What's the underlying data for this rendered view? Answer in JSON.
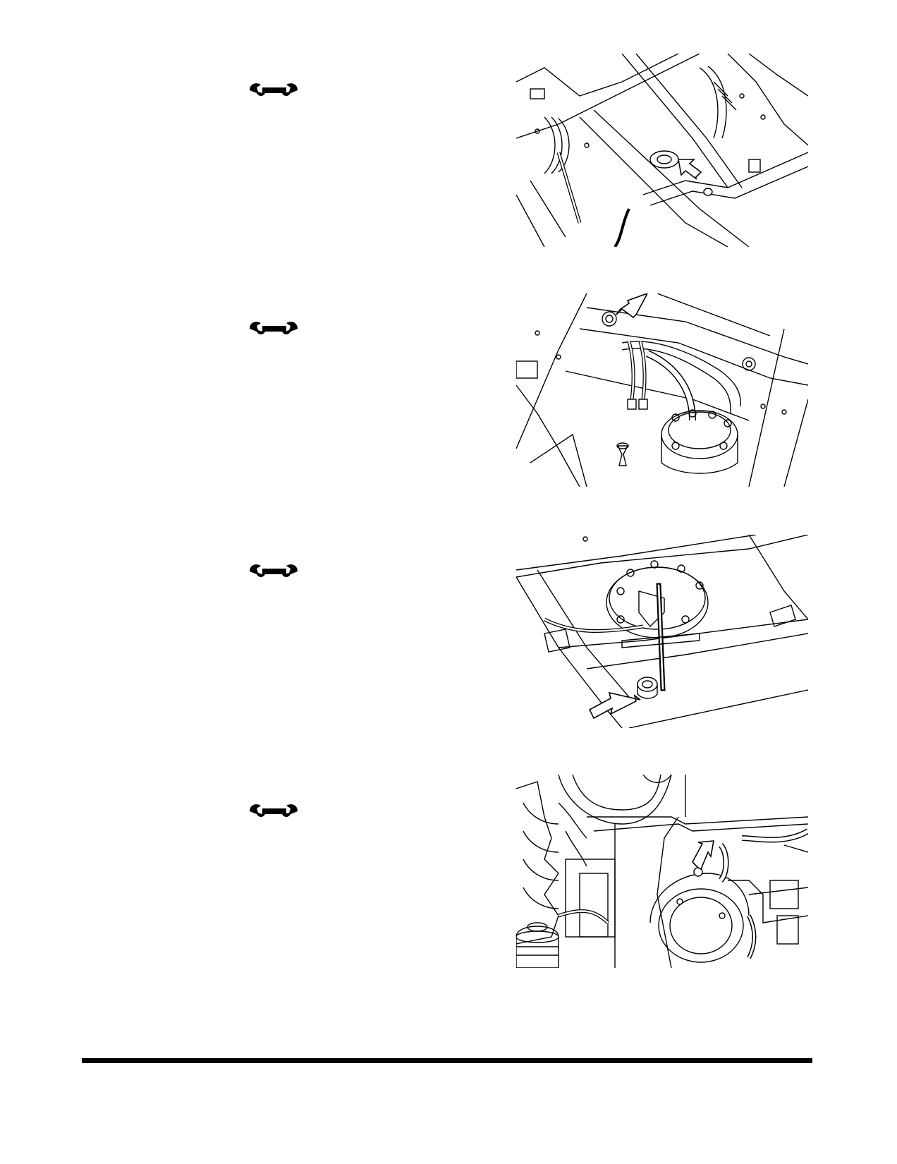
{
  "page": {
    "steps": [
      {
        "tool_icon": "wrench-icon",
        "figure": "radiator-drain-plug-illustration"
      },
      {
        "tool_icon": "wrench-icon",
        "figure": "tank-cap-bolt-illustration"
      },
      {
        "tool_icon": "wrench-icon",
        "figure": "tank-bottom-drain-plug-illustration"
      },
      {
        "tool_icon": "wrench-icon",
        "figure": "engine-block-drain-illustration"
      }
    ],
    "colors": {
      "ink": "#000000",
      "paper": "#ffffff"
    }
  }
}
